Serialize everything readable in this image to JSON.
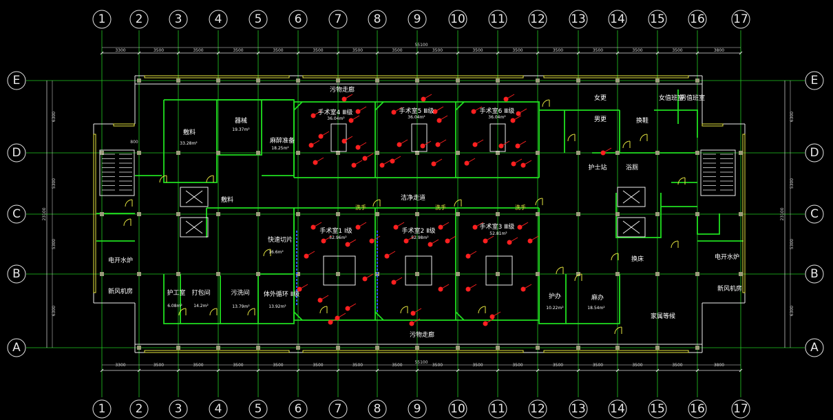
{
  "axes": {
    "columns": [
      "1",
      "2",
      "3",
      "4",
      "5",
      "6",
      "7",
      "8",
      "9",
      "10",
      "11",
      "12",
      "13",
      "14",
      "15",
      "16",
      "17"
    ],
    "rows": [
      "E",
      "D",
      "C",
      "B",
      "A"
    ]
  },
  "dimensions": {
    "spans": [
      "3300",
      "3500",
      "3500",
      "3500",
      "3500",
      "3500",
      "3500",
      "3500",
      "3500",
      "3500",
      "3500",
      "3500",
      "3500",
      "3500",
      "3500",
      "3800"
    ],
    "total": "55100",
    "side_total": "23100",
    "side_spans": [
      "6300",
      "5300",
      "5300",
      "6300"
    ],
    "stair_note": "800"
  },
  "rooms": {
    "dirty_corridor_top": "污物走廊",
    "dirty_corridor_bottom": "污物走廊",
    "clean_corridor": "洁净走道",
    "or4": {
      "name": "手术室4 Ⅲ级",
      "area": "36.04m²"
    },
    "or5": {
      "name": "手术室5 Ⅲ级",
      "area": "36.04m²"
    },
    "or6": {
      "name": "手术室6 Ⅲ级",
      "area": "36.04m²"
    },
    "or1": {
      "name": "手术室1 Ⅰ级",
      "area": "52.96m²"
    },
    "or2": {
      "name": "手术室2 Ⅱ级",
      "area": "52.98m²"
    },
    "or3": {
      "name": "手术室3 Ⅲ级",
      "area": "52.81m²"
    },
    "supplies_upper": {
      "name": "敷料",
      "area": "33.28m²"
    },
    "equipment": {
      "name": "器械",
      "area": "19.37m²"
    },
    "anesthesia_prep": {
      "name": "麻醉准备",
      "area": "18.25m²"
    },
    "supplies_mid": {
      "name": "敷料"
    },
    "frozen_section": {
      "name": "快速切片",
      "area": "16.6m²"
    },
    "female_changing": "女更",
    "male_changing": "男更",
    "female_duty": "女值班室",
    "male_duty": "男值班室",
    "shoe_change": "换鞋",
    "nurse_station": "护士站",
    "wash": "浴厕",
    "shoe_change_lower": "换床",
    "family_waiting": "家属等候",
    "water_heater_left": "电开水炉",
    "water_heater_right": "电开水炉",
    "fresh_air_left": "新风机房",
    "fresh_air_right": "新风机房",
    "nurse_work": {
      "name": "护工室",
      "area": "6.08m²"
    },
    "packing": {
      "name": "打包间",
      "area": "14.2m²"
    },
    "washing": {
      "name": "污洗间",
      "area": "13.79m²"
    },
    "bypass": {
      "name": "体外循环 Ⅱ级",
      "area": "13.92m²"
    },
    "nurse_office": {
      "name": "护办",
      "area": "10.22m²"
    },
    "doctor_office": {
      "name": "麻办",
      "area": "18.54m²"
    },
    "scrub_labels": [
      "洗手",
      "洗手",
      "洗手"
    ]
  },
  "colors": {
    "background": "#000000",
    "grid_line": "#22cc22",
    "wall": "#20e020",
    "dimension": "#e0e0e0",
    "equipment": "#ff2020",
    "window": "#e8e840",
    "door": "#e8e840",
    "column": "#9a9a7a",
    "text": "#ffffff",
    "accent_blue": "#3050ff"
  }
}
